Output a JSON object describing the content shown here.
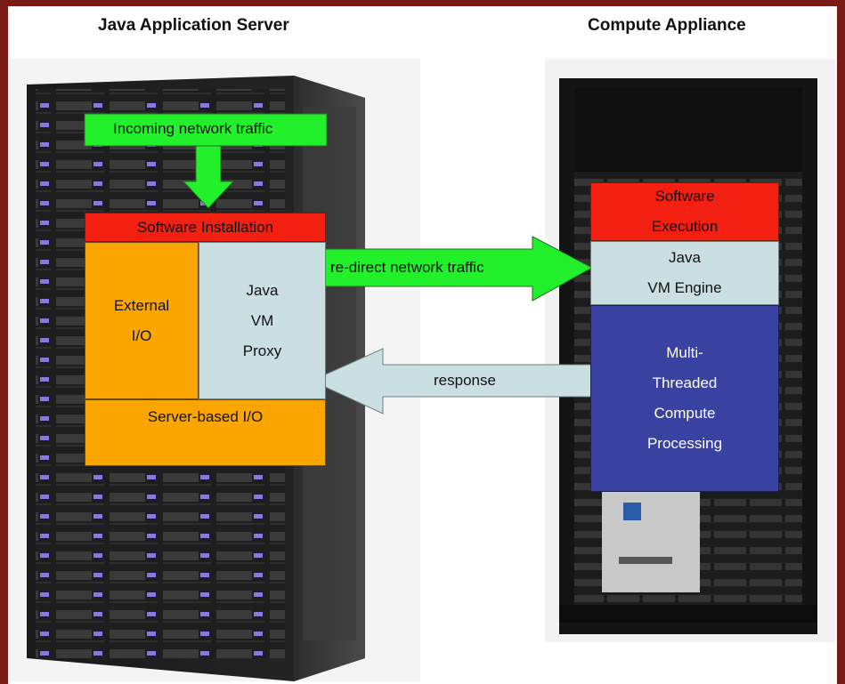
{
  "headings": {
    "left": "Java Application Server",
    "right": "Compute Appliance"
  },
  "server": {
    "incoming": "Incoming network traffic",
    "software_installation": "Software Installation",
    "external_io": [
      "External",
      "I/O"
    ],
    "java_vm_proxy": [
      "Java",
      "VM",
      "Proxy"
    ],
    "server_based_io": "Server-based I/O"
  },
  "appliance": {
    "software_execution": [
      "Software",
      "Execution"
    ],
    "java_vm_engine": [
      "Java",
      "VM Engine"
    ],
    "processing": [
      "Multi-",
      "Threaded",
      "Compute",
      "Processing"
    ]
  },
  "arrows": {
    "redirect": "re-direct network traffic",
    "response": "response"
  },
  "colors": {
    "frame": "#7a1a14",
    "green": "#22f02a",
    "red": "#f31f10",
    "orange": "#fba501",
    "lightblue": "#c9dfe1",
    "blue": "#3a42a1"
  },
  "icons": {
    "server_rack": "server-rack-image",
    "appliance_rack": "compute-appliance-image"
  }
}
